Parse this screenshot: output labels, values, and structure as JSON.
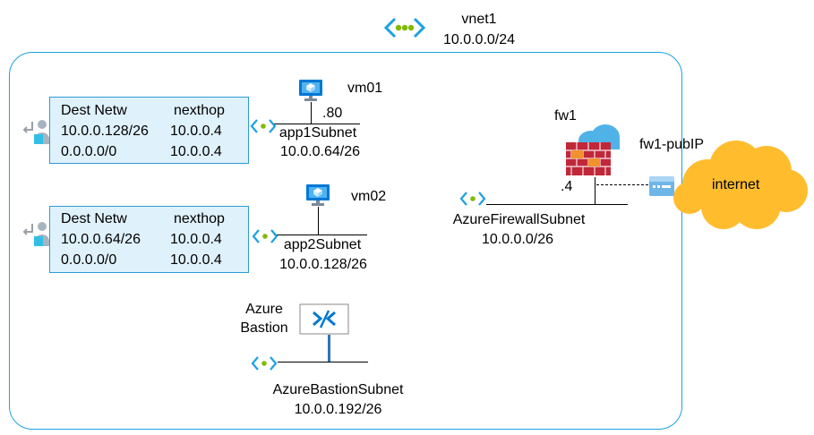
{
  "vnet": {
    "name": "vnet1",
    "cidr": "10.0.0.0/24"
  },
  "route_tables": [
    {
      "headers": [
        "Dest Netw",
        "nexthop"
      ],
      "rows": [
        [
          "10.0.0.128/26",
          "10.0.0.4"
        ],
        [
          "0.0.0.0/0",
          "10.0.0.4"
        ]
      ]
    },
    {
      "headers": [
        "Dest Netw",
        "nexthop"
      ],
      "rows": [
        [
          "10.0.0.64/26",
          "10.0.0.4"
        ],
        [
          "0.0.0.0/0",
          "10.0.0.4"
        ]
      ]
    }
  ],
  "subnets": {
    "app1": {
      "name": "app1Subnet",
      "cidr": "10.0.0.64/26"
    },
    "app2": {
      "name": "app2Subnet",
      "cidr": "10.0.0.128/26"
    },
    "bastion": {
      "name": "AzureBastionSubnet",
      "cidr": "10.0.0.192/26"
    },
    "firewall": {
      "name": "AzureFirewallSubnet",
      "cidr": "10.0.0.0/26"
    }
  },
  "vms": {
    "vm01": {
      "name": "vm01",
      "ip_suffix": ".80"
    },
    "vm02": {
      "name": "vm02"
    }
  },
  "firewall": {
    "name": "fw1",
    "ip_suffix": ".4",
    "public_ip_label": "fw1-pubIP"
  },
  "bastion": {
    "label_line1": "Azure",
    "label_line2": "Bastion"
  },
  "internet": {
    "label": "internet"
  },
  "icons": {
    "vnet": "vnet-icon",
    "subnet": "subnet-icon",
    "vm": "virtual-machine-icon",
    "route_table": "route-table-icon",
    "firewall": "firewall-icon",
    "public_ip": "public-ip-icon",
    "bastion": "bastion-icon",
    "cloud": "cloud-icon"
  },
  "colors": {
    "vnet_border": "#1ba1e2",
    "route_box_fill": "#dff1fa",
    "route_box_border": "#2e9bd6",
    "internet_cloud": "#ffbd2e",
    "firewall_red": "#c0283a",
    "azure_blue": "#0078d4",
    "subnet_green": "#7fba00"
  }
}
